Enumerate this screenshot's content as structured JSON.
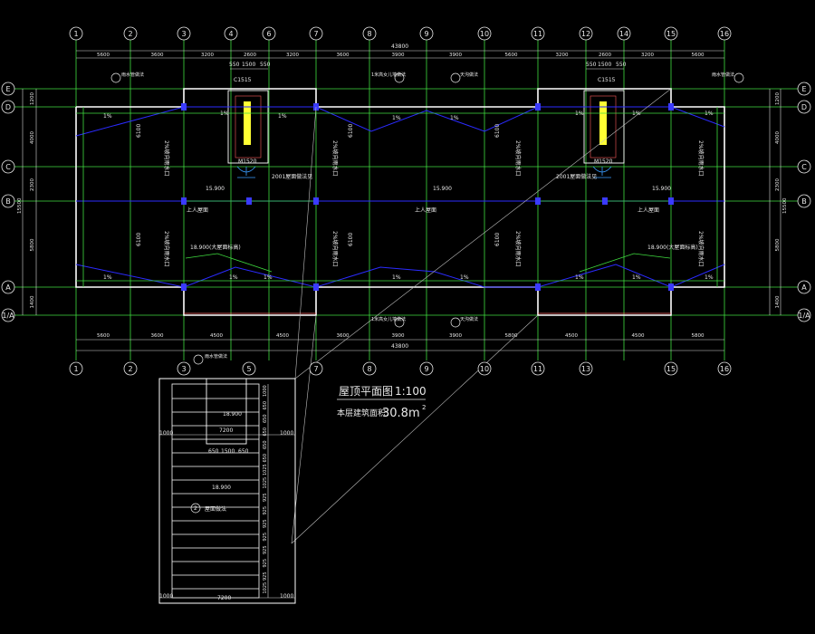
{
  "colors": {
    "background": "#000000",
    "wall": "#ffffff",
    "axis": "#3fdc3f",
    "slope": "#2b2bff",
    "column": "#3a3aff",
    "stair": "#ffff33",
    "dim": "#d9d9d9",
    "leader": "#bdbdbd",
    "text": "#e8e8e8"
  },
  "title": {
    "name": "屋顶平面图",
    "scale": "1:100",
    "area_label": "本层建筑面积:",
    "area_value": "30.8m",
    "area_sup": "2"
  },
  "grid_columns": [
    "1",
    "2",
    "3",
    "4",
    "6",
    "7",
    "8",
    "9",
    "10",
    "11",
    "12",
    "14",
    "15",
    "16"
  ],
  "grid_columns_bottom": [
    "1",
    "2",
    "3",
    "5",
    "7",
    "8",
    "9",
    "10",
    "11",
    "13",
    "15",
    "16"
  ],
  "grid_rows": [
    "E",
    "D",
    "C",
    "B",
    "A",
    "1/A"
  ],
  "dims": {
    "top_total": "43800",
    "bottom_total": "43800",
    "top_spans": [
      "5600",
      "3600",
      "3200",
      "2600",
      "3200",
      "3600",
      "3900",
      "3900",
      "5600",
      "3200",
      "2600",
      "3200",
      "5600"
    ],
    "bottom_spans": [
      "5600",
      "3600",
      "4500",
      "4500",
      "3600",
      "3900",
      "3900",
      "5800",
      "4500",
      "4500",
      "5800"
    ],
    "stair_spans": [
      "550",
      "1500",
      "550"
    ],
    "left_spans": [
      "1200",
      "4000",
      "2300",
      "5800",
      "1400"
    ],
    "left_total": "15500",
    "right_spans": [
      "1200",
      "4000",
      "2300",
      "5800",
      "1400"
    ],
    "right_total": "15500",
    "mid_span_left": "6100",
    "mid_span_right": "6100"
  },
  "labels": {
    "elevation_mid": "15.900",
    "elevation_low": "15.900",
    "elevation_ridge": "18.900(大屋面标高)",
    "slope": "1%",
    "roof_access": "上人屋面",
    "window_code": "C1515",
    "door_code": "M1520",
    "canopy_note": "2001屋面做法见",
    "drain_note": "雨水管做法",
    "parapet_note": "1米高女儿墙做法",
    "slope_note": "2%坡向雨水口",
    "gutter_note": "天沟做法"
  },
  "detail": {
    "top_elev": "18.900",
    "mid_elev": "18.900",
    "dim_top": "7200",
    "dim_bottom": "7200",
    "side": "1000",
    "stair_spans": [
      "650",
      "1500",
      "650"
    ],
    "step_dims": [
      "1000",
      "650",
      "650",
      "650",
      "650",
      "650",
      "1025",
      "1025",
      "925",
      "925",
      "925",
      "925",
      "925",
      "925",
      "925",
      "1025"
    ],
    "mark_label": "2",
    "note": "屋面做法"
  }
}
